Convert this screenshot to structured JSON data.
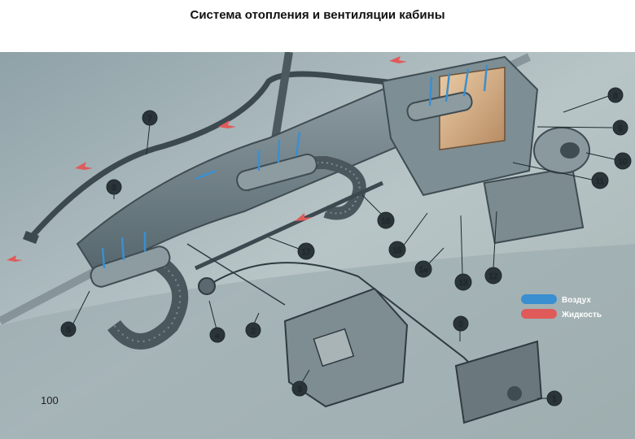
{
  "title": "Система отопления и вентиляции кабины",
  "page_number": "100",
  "legend": {
    "air": "Воздух",
    "liquid": "Жидкость",
    "air_color": "#3a8fd0",
    "liquid_color": "#e05a5a"
  },
  "callouts": [
    "1",
    "2",
    "2",
    "3",
    "4",
    "5",
    "6",
    "7",
    "8",
    "9",
    "10",
    "11",
    "12",
    "13",
    "14",
    "15",
    "16",
    "17"
  ]
}
